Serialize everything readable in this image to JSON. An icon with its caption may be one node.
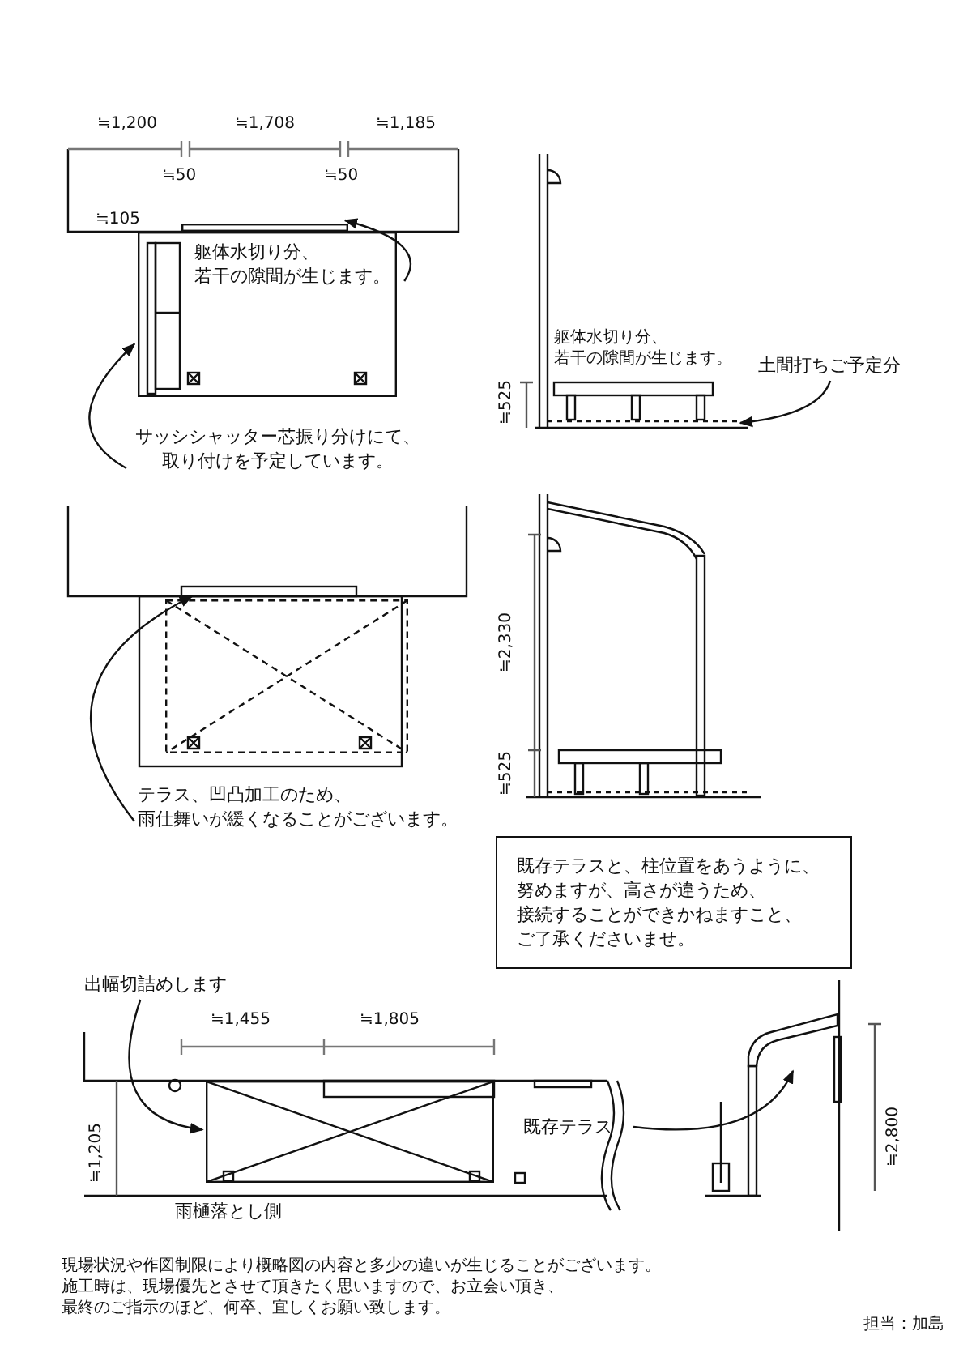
{
  "diagram": {
    "nodes": [
      {
        "text": [
          "躯体水切り分、若干の隙間が生じます。"
        ],
        "in": 8
      },
      {
        "text": [
          "サッシシャッター芯振り分けにて、取り付けを予定しています。"
        ]
      },
      {
        "text": [
          "土間打ちご予定分"
        ]
      },
      {
        "text": [
          "テラス、凹凸加工のため、雨仕舞いが緩くなることがございます。"
        ]
      },
      {
        "text": [
          "既存テラスと、柱位置をあうように、努めますが、高さが違うため、接続することができかねますこと、ご了承くださいませ。"
        ]
      },
      {
        "text": [
          "出幅切詰めします"
        ]
      },
      {
        "text": [
          "既存テラス"
        ]
      },
      {
        "text": [],
        "shape": "box"
      },
      {
        "text": [],
        "shape": "box"
      },
      {
        "text": [],
        "shape": "bar"
      },
      {
        "text": [],
        "shape": "box"
      },
      {
        "text": [],
        "shape": "box"
      },
      {
        "text": [],
        "shape": "picture"
      }
    ],
    "edges": [
      {
        "from": 0,
        "to": 7,
        "arrow": "to"
      },
      {
        "from": 1,
        "to": 8,
        "arrow": "to"
      },
      {
        "from": 2,
        "to": 9,
        "arrow": "to"
      },
      {
        "from": 3,
        "to": 10,
        "arrow": "to"
      },
      {
        "from": 5,
        "to": 11,
        "arrow": "to"
      },
      {
        "from": 6,
        "to": 12,
        "arrow": "to"
      }
    ],
    "labels": [
      "≒1,200",
      "≒1,708",
      "≒1,185",
      "≒50",
      "≒50",
      "≒105",
      "躯体水切り分、若干の隙間が生じます。",
      "≒525",
      "≒2,330",
      "≒525",
      "≒1,455",
      "≒1,805",
      "≒1,205",
      "雨樋落とし側",
      "≒2,800",
      "現場状況や作図制限により概略図の内容と多少の違いが生じることがございます。施工時は、現場優先とさせて頂きたく思いますので、お立会い頂き、最終のご指示のほど、何卒、宜しくお願い致します。",
      "担当：加島"
    ]
  }
}
